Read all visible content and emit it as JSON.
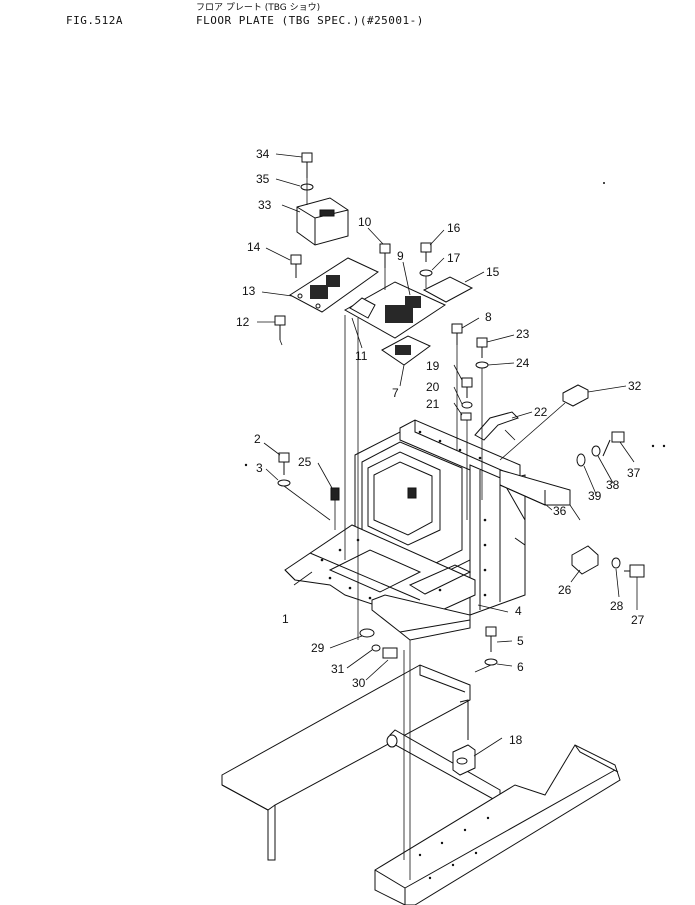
{
  "header": {
    "figure_number": "FIG.512A",
    "title_japanese": "フロア プレート (TBG ショウ)",
    "title": "FLOOR PLATE (TBG SPEC.)(#25001-)"
  },
  "callouts": [
    "1",
    "2",
    "3",
    "4",
    "5",
    "6",
    "7",
    "8",
    "9",
    "10",
    "11",
    "12",
    "13",
    "14",
    "15",
    "16",
    "17",
    "18",
    "19",
    "20",
    "21",
    "22",
    "23",
    "24",
    "25",
    "26",
    "27",
    "28",
    "29",
    "30",
    "31",
    "32",
    "33",
    "34",
    "35",
    "36",
    "37",
    "38",
    "39"
  ]
}
